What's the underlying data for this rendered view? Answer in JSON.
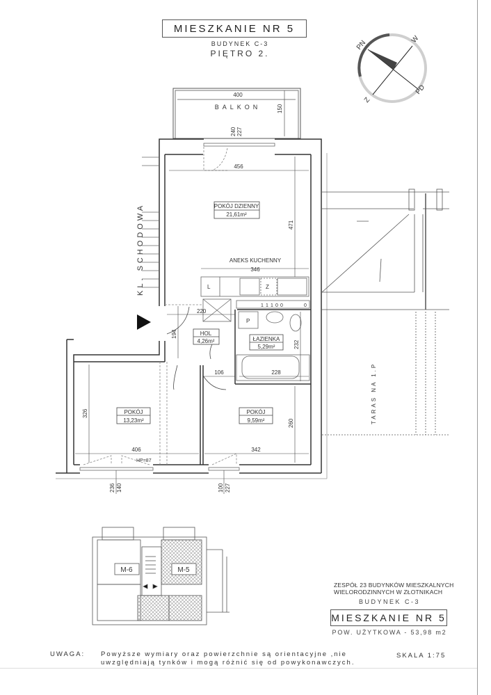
{
  "header": {
    "title": "MIESZKANIE NR 5",
    "building": "BUDYNEK C-3",
    "floor": "PIĘTRO 2."
  },
  "compass": {
    "labels": [
      "PN",
      "W",
      "PD",
      "Z"
    ],
    "icon": "compass-rose-icon"
  },
  "plan": {
    "balcony": {
      "label": "BALKON",
      "width": "400",
      "depth": "150",
      "window_dims": [
        "240",
        "227"
      ]
    },
    "staircase_label": "KL. SCHODOWA",
    "entrance_icon": "entrance-arrow-icon",
    "terrace_label": "TARAS NA 1.P",
    "rooms": [
      {
        "name": "POKÓJ DZIENNY",
        "area": "21,61m²"
      },
      {
        "name": "HOL",
        "area": "4,26m²"
      },
      {
        "name": "ŁAZIENKA",
        "area": "5,29m²"
      },
      {
        "name": "POKÓJ",
        "area": "13,23m²"
      },
      {
        "name": "POKÓJ",
        "area": "9,59m²"
      }
    ],
    "kitchen_label": "ANEKS KUCHENNY",
    "kitchen_symbols": {
      "fridge": "L",
      "cabinet": "Z",
      "boiler": "P"
    },
    "kitchen_strip": [
      "1",
      "1",
      "1",
      "0",
      "0",
      "0"
    ],
    "dimensions": {
      "living_width": "456",
      "living_depth": "471",
      "kitchen_width": "346",
      "hall_width": "220",
      "hall_depth": "194",
      "bath_depth": "232",
      "bath_width": "228",
      "door_gap": "106",
      "room1_depth": "326",
      "room1_width": "406",
      "room2_width": "342",
      "room2_depth": "260",
      "sill_height": "HP=87",
      "window1": [
        "236",
        "140"
      ],
      "window2": [
        "100",
        "227"
      ]
    }
  },
  "key_plan": {
    "units": [
      "M-6",
      "M-5"
    ]
  },
  "info_block": {
    "line1": "ZESPÓŁ 23 BUDYNKÓW MIESZKALNYCH",
    "line2": "WIELORODZINNYCH W ZŁOTNIKACH",
    "building": "BUDYNEK C-3",
    "title": "MIESZKANIE NR 5",
    "area": "POW. UŻYTKOWA - 53,98 m2"
  },
  "footer": {
    "note_label": "UWAGA:",
    "note_line1": "Powyższe wymiary oraz powierzchnie są orientacyjne ,nie",
    "note_line2": "uwzględniają tynków i mogą różnić się od powykonawczych.",
    "scale": "SKALA 1:75"
  }
}
